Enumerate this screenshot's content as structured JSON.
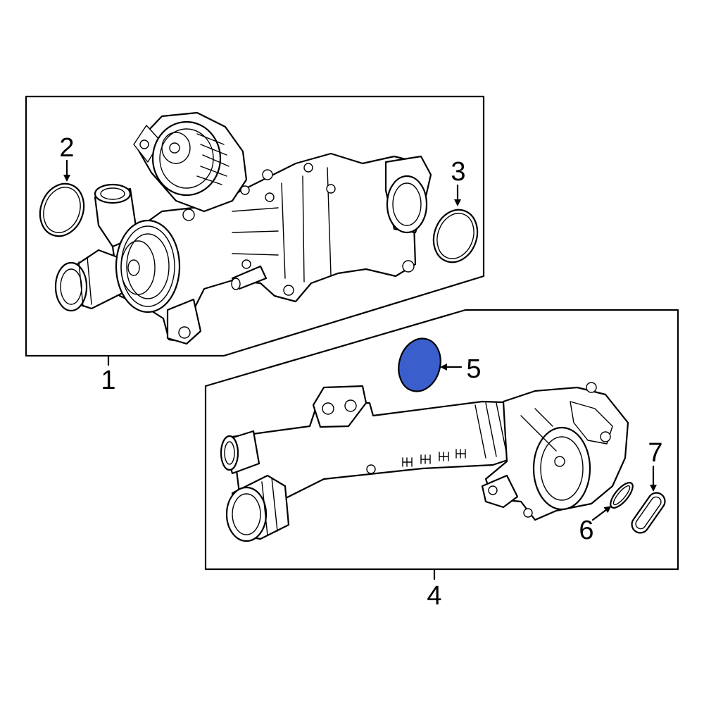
{
  "diagram": {
    "callouts": [
      {
        "id": "1",
        "label": "1"
      },
      {
        "id": "2",
        "label": "2"
      },
      {
        "id": "3",
        "label": "3"
      },
      {
        "id": "4",
        "label": "4"
      },
      {
        "id": "5",
        "label": "5"
      },
      {
        "id": "6",
        "label": "6"
      },
      {
        "id": "7",
        "label": "7"
      }
    ],
    "highlighted_part": "5",
    "colors": {
      "line": "#000000",
      "background": "#ffffff",
      "highlight_fill": "#3a5fcd",
      "highlight_stroke": "#000000"
    }
  }
}
